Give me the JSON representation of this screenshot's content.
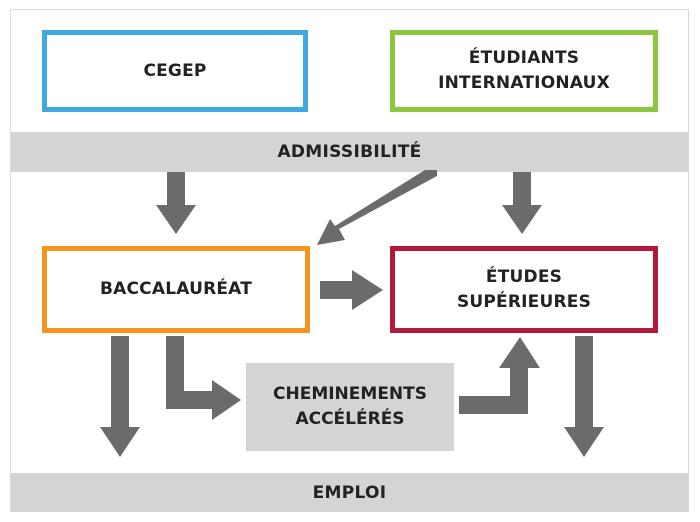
{
  "boxes": {
    "cegep": {
      "label": "CEGEP",
      "color": "#3fa9e0"
    },
    "international": {
      "label": "ÉTUDIANTS\nINTERNATIONAUX",
      "color": "#8cc63f"
    },
    "baccalaureat": {
      "label": "BACCALAURÉAT",
      "color": "#f7941d"
    },
    "etudes_superieures": {
      "label": "ÉTUDES\nSUPÉRIEURES",
      "color": "#b5193a"
    },
    "cheminements": {
      "label": "CHEMINEMENTS\nACCÉLÉRÉS"
    }
  },
  "bands": {
    "admissibilite": "ADMISSIBILITÉ",
    "emploi": "EMPLOI"
  },
  "colors": {
    "arrow": "#6b6b6b",
    "band": "#d4d4d4"
  }
}
